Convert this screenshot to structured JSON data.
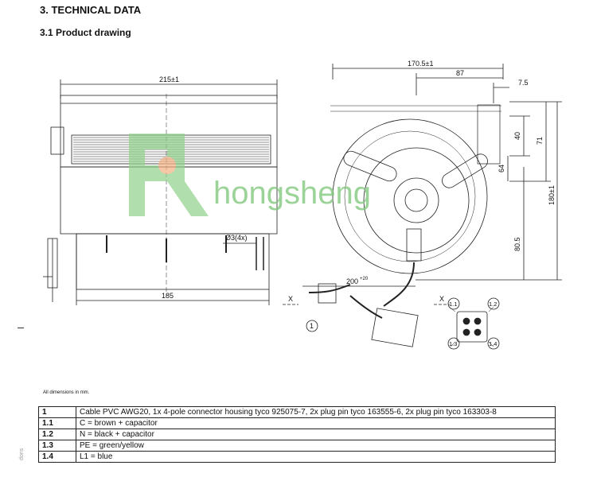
{
  "header": {
    "section_title": "3. TECHNICAL DATA",
    "subsection_title": "3.1 Product drawing"
  },
  "drawing": {
    "dimensions": {
      "width_total": "215±1",
      "length_185": "185",
      "holes": "Ø3(4x)",
      "width_front": "170.5±1",
      "d87": "87",
      "d7_5": "7.5",
      "d40": "40",
      "d71": "71",
      "d64": "64",
      "height_total": "180±1",
      "d80_5": "80.5",
      "cable_len": "200",
      "cable_tol": "+20"
    },
    "labels": {
      "axis_x_left": "X",
      "axis_x_right": "X",
      "callout_1": "1",
      "pin_1_1": "1.1",
      "pin_1_2": "1.2",
      "pin_1_3": "1.3",
      "pin_1_4": "1.4"
    },
    "watermark": {
      "text": "hongsheng",
      "color": "#7cc576"
    }
  },
  "notes": {
    "units": "All dimensions in mm."
  },
  "legend_table": [
    {
      "key": "1",
      "value": "Cable PVC AWG20, 1x 4-pole connector housing tyco 925075-7, 2x plug pin tyco 163555-6, 2x plug pin tyco 163303-8"
    },
    {
      "key": "1.1",
      "value": "C = brown + capacitor"
    },
    {
      "key": "1.2",
      "value": "N = black + capacitor"
    },
    {
      "key": "1.3",
      "value": "PE = green/yellow"
    },
    {
      "key": "1.4",
      "value": "L1 = blue"
    }
  ],
  "margin_text": "dons"
}
